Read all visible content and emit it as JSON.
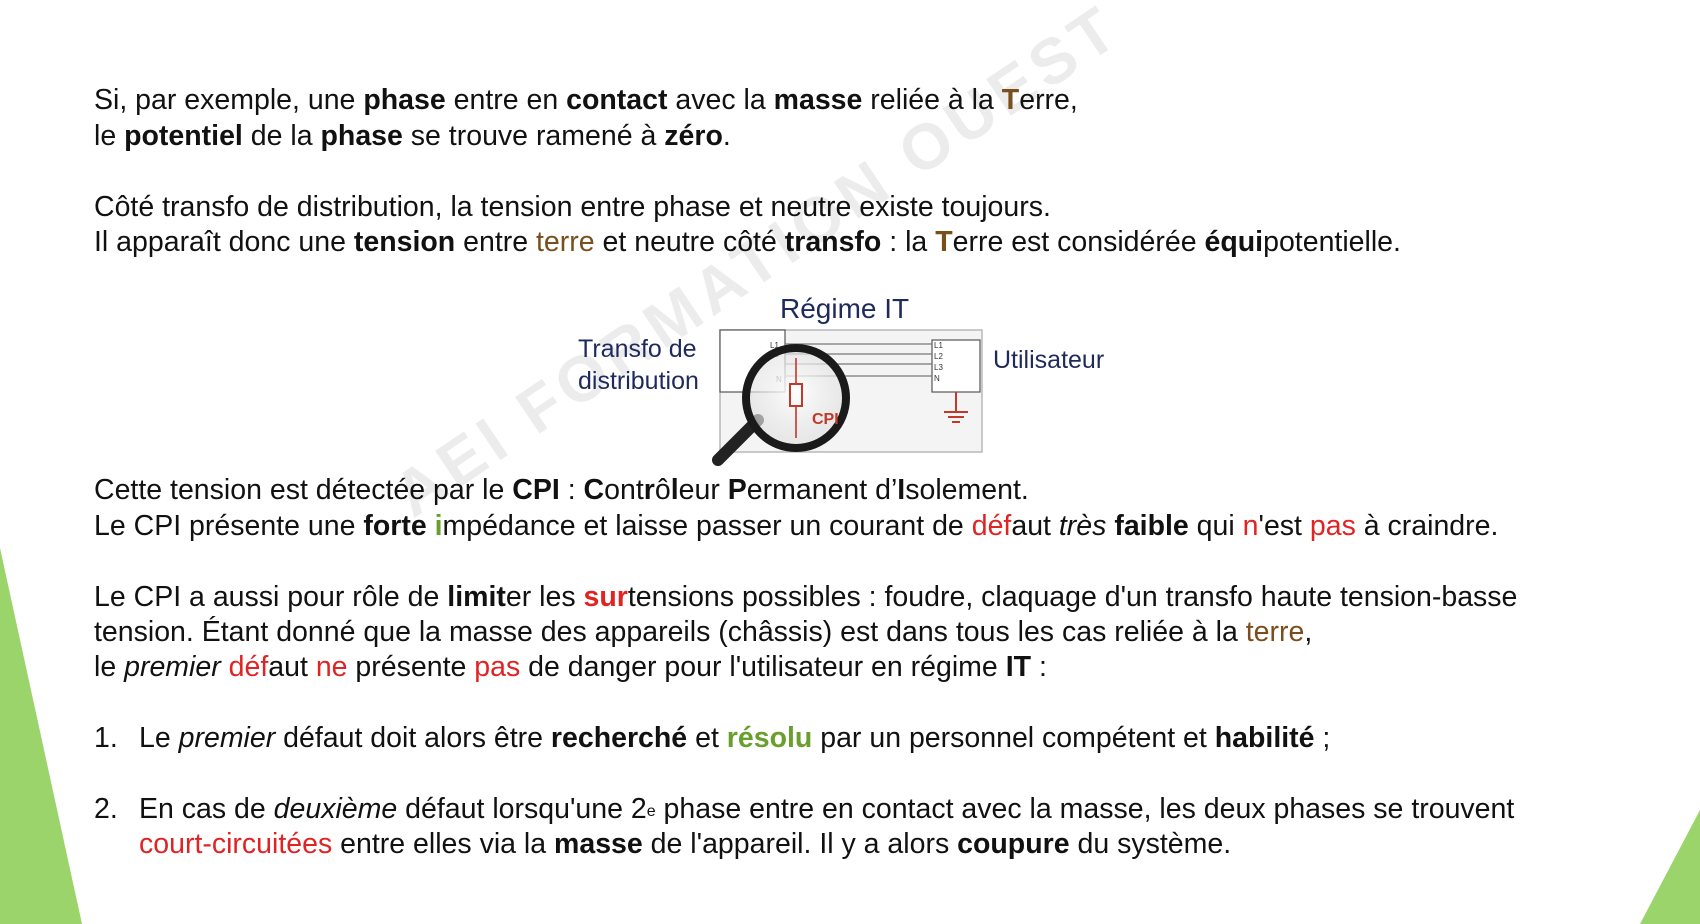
{
  "watermark": "AEI FORMATION OUEST",
  "colors": {
    "brown": "#7a4f1c",
    "red": "#e02424",
    "green": "#6a9f2e",
    "triangle": "#9ad46a"
  },
  "para1": {
    "l1": [
      "Si, par exemple, une ",
      "phase",
      " entre en ",
      "contact",
      " avec la ",
      "masse",
      " reliée à la ",
      "T",
      "erre,"
    ],
    "l2": [
      "le ",
      "potentiel",
      " de la ",
      "phase",
      " se trouve ramené à ",
      "zéro",
      "."
    ]
  },
  "para2": {
    "l1": "Côté transfo de distribution, la tension entre phase et neutre existe toujours.",
    "l2": [
      "Il apparaît donc une ",
      "tension",
      " entre ",
      "terre",
      " et neutre côté ",
      "transfo",
      " : la ",
      "T",
      "erre est considérée ",
      "équi",
      "potentielle."
    ]
  },
  "diagram": {
    "title": "Régime IT",
    "left_label_1": "Transfo de",
    "left_label_2": "distribution",
    "right_label": "Utilisateur",
    "cpi": "CPI",
    "src_lines": [
      "L1",
      "L2",
      "N"
    ],
    "user_lines": [
      "L1",
      "L2",
      "L3",
      "N"
    ]
  },
  "para3": {
    "l1": [
      "Cette tension est détectée par le ",
      "CPI",
      " : ",
      "C",
      "ont",
      "r",
      "ô",
      "l",
      "eur ",
      "P",
      "ermanent d’",
      "I",
      "solement."
    ],
    "l2": [
      "Le CPI présente une ",
      "forte",
      " ",
      "i",
      "mpédance et laisse passer un courant de ",
      "déf",
      "aut ",
      "très",
      " ",
      "faible",
      " qui ",
      "n",
      "'est ",
      "pas",
      " à craindre."
    ]
  },
  "para4": {
    "l1": [
      "Le CPI a aussi pour rôle de ",
      "limit",
      "er les ",
      "sur",
      "tensions possibles : foudre, claquage d'un transfo haute tension-basse"
    ],
    "l2": [
      "tension. Étant donné que la masse des appareils (châssis) est dans tous les cas reliée à la ",
      "terre",
      ","
    ],
    "l3": [
      "le ",
      "premier",
      " ",
      "déf",
      "aut ",
      "ne",
      " présente ",
      "pas",
      " de danger pour l'utilisateur en régime ",
      "IT",
      " :"
    ]
  },
  "list": {
    "item1": [
      "1.",
      "Le ",
      "premier",
      " défaut doit alors être ",
      "recherché",
      " et ",
      "résolu",
      " par un personnel compétent et ",
      "habilité",
      " ;"
    ],
    "item2_l1": [
      "2.",
      "En cas de ",
      "deuxième",
      " défaut lorsqu'une 2",
      "e",
      " phase entre en contact avec la masse, les deux phases se trouvent"
    ],
    "item2_l2": [
      "court-circuitées",
      " entre elles via la ",
      "masse",
      " de l'appareil. Il y a alors ",
      "coupure",
      " du système."
    ]
  }
}
